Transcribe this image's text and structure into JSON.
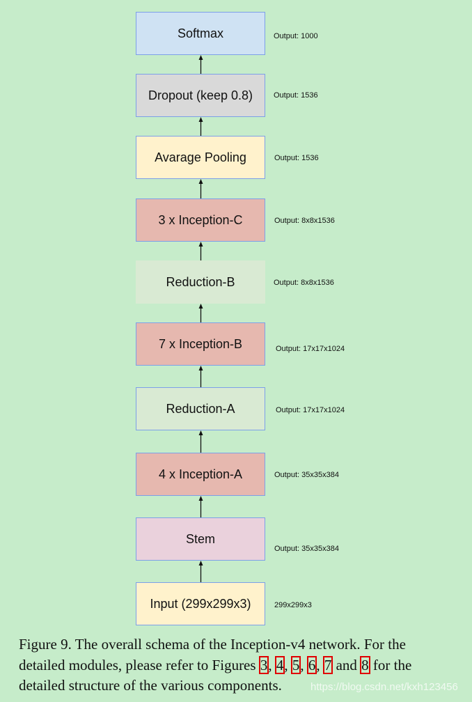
{
  "nodes": [
    {
      "label": "Softmax",
      "output": "Output: 1000",
      "color": "#cfe2f3"
    },
    {
      "label": "Dropout (keep 0.8)",
      "output": "Output: 1536",
      "color": "#d9d9d9"
    },
    {
      "label": "Avarage Pooling",
      "output": "Output: 1536",
      "color": "#fff2cc"
    },
    {
      "label": "3 x Inception-C",
      "output": "Output: 8x8x1536",
      "color": "#e6b8af"
    },
    {
      "label": "Reduction-B",
      "output": "Output: 8x8x1536",
      "color": "#d9ead3"
    },
    {
      "label": "7 x Inception-B",
      "output": "Output: 17x17x1024",
      "color": "#e6b8af"
    },
    {
      "label": "Reduction-A",
      "output": "Output: 17x17x1024",
      "color": "#d9ead3"
    },
    {
      "label": "4 x Inception-A",
      "output": "Output: 35x35x384",
      "color": "#e6b8af"
    },
    {
      "label": "Stem",
      "output": "Output: 35x35x384",
      "color": "#ead1dc"
    },
    {
      "label": "Input (299x299x3)",
      "output": "299x299x3",
      "color": "#fff2cc"
    }
  ],
  "caption": {
    "line1": "Figure 9. The overall schema of the Inception-v4 network. For the",
    "line2_prefix": "detailed modules, please refer to Figures",
    "refs": [
      "3",
      "4",
      "5",
      "6",
      "7",
      "8"
    ],
    "sep": ",",
    "and": "and",
    "line2_suffix": "for the",
    "line3": "detailed structure of the various components."
  },
  "watermark": "https://blog.csdn.net/kxh123456"
}
